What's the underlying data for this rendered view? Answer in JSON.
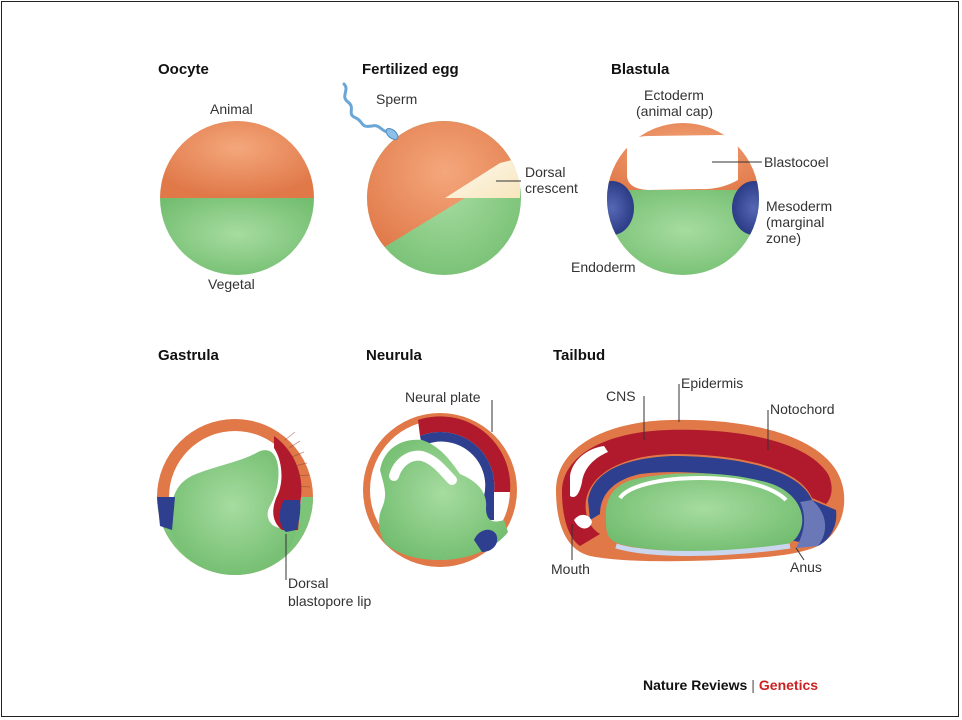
{
  "colors": {
    "animal": "#e07848",
    "vegetal": "#7cc578",
    "ectoderm": "#e07848",
    "endoderm": "#7cc578",
    "mesoderm": "#2d3f8e",
    "neural": "#b01a2c",
    "notochord": "#22307e",
    "crescent": "#fdf3d8",
    "accent": "#cc2222"
  },
  "panels": {
    "oocyte": {
      "title": "Oocyte",
      "labels": {
        "animal": "Animal",
        "vegetal": "Vegetal"
      }
    },
    "fertilized_egg": {
      "title": "Fertilized egg",
      "labels": {
        "sperm": "Sperm",
        "dorsal_1": "Dorsal",
        "dorsal_2": "crescent"
      }
    },
    "blastula": {
      "title": "Blastula",
      "labels": {
        "ectoderm_1": "Ectoderm",
        "ectoderm_2": "(animal cap)",
        "blastocoel": "Blastocoel",
        "mesoderm_1": "Mesoderm",
        "mesoderm_2": "(marginal",
        "mesoderm_3": "zone)",
        "endoderm": "Endoderm"
      }
    },
    "gastrula": {
      "title": "Gastrula",
      "labels": {
        "lip_1": "Dorsal",
        "lip_2": "blastopore lip"
      }
    },
    "neurula": {
      "title": "Neurula",
      "labels": {
        "neural_plate": "Neural plate"
      }
    },
    "tailbud": {
      "title": "Tailbud",
      "labels": {
        "cns": "CNS",
        "epidermis": "Epidermis",
        "notochord": "Notochord",
        "mouth": "Mouth",
        "anus": "Anus"
      }
    }
  },
  "footer": {
    "journal": "Nature Reviews",
    "separator": "|",
    "section": "Genetics"
  }
}
